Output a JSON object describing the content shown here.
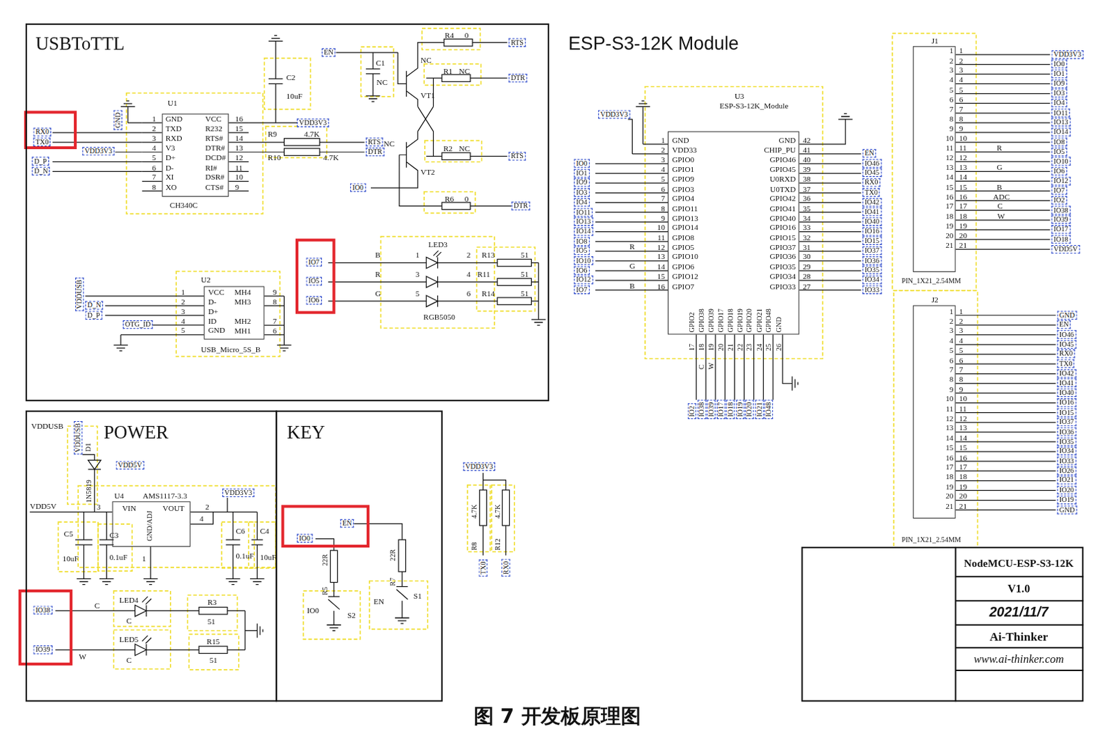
{
  "diagram": {
    "caption": "图 7 开发板原理图",
    "nodes": [
      {
        "text": [
          "USBToTTL"
        ]
      },
      {
        "text": [
          "U1",
          "CH340C"
        ],
        "in": 0
      },
      {
        "text": [
          "U2",
          "USB_Micro_5S_B"
        ],
        "in": 0
      },
      {
        "text": [
          "POWER"
        ]
      },
      {
        "text": [
          "U4",
          "AMS1117-3.3"
        ],
        "in": 3
      },
      {
        "text": [
          "KEY"
        ]
      },
      {
        "text": [
          "U3",
          "ESP-S3-12K_Module"
        ]
      },
      {
        "text": [
          "J1",
          "PIN_1X21_2.54MM"
        ]
      },
      {
        "text": [
          "J2",
          "PIN_1X21_2.54MM"
        ]
      },
      {
        "text": [
          "NodeMCU-ESP-S3-12K",
          "V1.0",
          "2021/11/7",
          "Ai-Thinker",
          "www.ai-thinker.com"
        ]
      }
    ],
    "labels": [
      "RX0",
      "TX0",
      "D_P",
      "D_N",
      "GND",
      "VDD3V3",
      "1",
      "2",
      "3",
      "4",
      "5",
      "6",
      "7",
      "8",
      "GND",
      "TXD",
      "RXD",
      "V3",
      "D+",
      "D-",
      "XI",
      "XO",
      "VCC",
      "R232",
      "RTS#",
      "DTR#",
      "DCD#",
      "RI#",
      "DSR#",
      "CTS#",
      "16",
      "15",
      "14",
      "13",
      "12",
      "11",
      "10",
      "9",
      "R9",
      "4.7K",
      "R10",
      "4.7K",
      "RTS",
      "DTR",
      "C2",
      "10uF",
      "VDD3V3",
      "EN",
      "C1",
      "NC",
      "NC",
      "VT1",
      "NC",
      "VT2",
      "R4",
      "0",
      "RTS",
      "R1",
      "NC",
      "DTR",
      "R2",
      "NC",
      "RTS",
      "IO0",
      "R6",
      "0",
      "DTR",
      "IO7",
      "IO5",
      "IO6",
      "B",
      "R",
      "G",
      "1",
      "3",
      "5",
      "2",
      "4",
      "6",
      "LED3",
      "RGB5050",
      "R13",
      "51",
      "R11",
      "51",
      "R14",
      "51",
      "VDDUSB",
      "D_N",
      "D_P",
      "OTG_ID",
      "1",
      "2",
      "3",
      "4",
      "5",
      "VCC",
      "D-",
      "D+",
      "ID",
      "GND",
      "MH4",
      "MH3",
      "MH2",
      "MH1",
      "9",
      "8",
      "7",
      "6",
      "VDDUSB",
      "VDDUSB",
      "D1",
      "1N5819",
      "VDD5V",
      "VDD5V",
      "3",
      "VIN",
      "VOUT",
      "GND/ADJ",
      "2",
      "4",
      "1",
      "VDD3V3",
      "C5",
      "10uF",
      "C3",
      "0.1uF",
      "C6",
      "0.1uF",
      "C4",
      "10uF",
      "IO38",
      "IO39",
      "C",
      "W",
      "LED4",
      "C",
      "LED5",
      "C",
      "R3",
      "51",
      "R15",
      "51",
      "EN",
      "IO0",
      "22R",
      "R5",
      "IO0",
      "S2",
      "22R",
      "R7",
      "EN",
      "S1",
      "VDD3V3",
      "4.7K",
      "4.7K",
      "R8",
      "R12",
      "TX0",
      "RX0",
      "ESP-S3-12K Module",
      "VDD3V3",
      "1",
      "2",
      "3",
      "4",
      "5",
      "6",
      "7",
      "8",
      "9",
      "10",
      "11",
      "12",
      "13",
      "14",
      "15",
      "16",
      "GND",
      "VDD33",
      "GPIO0",
      "GPIO1",
      "GPIO9",
      "GPIO3",
      "GPIO4",
      "GPIO11",
      "GPIO13",
      "GPIO14",
      "GPIO8",
      "GPIO5",
      "GPIO10",
      "GPIO6",
      "GPIO12",
      "GPIO7",
      "IO0",
      "IO1",
      "IO9",
      "IO3",
      "IO4",
      "IO11",
      "IO13",
      "IO14",
      "IO8",
      "IO5",
      "IO10",
      "IO6",
      "IO12",
      "IO7",
      "R",
      "G",
      "B",
      "GND",
      "CHIP_PU",
      "GPIO46",
      "GPIO45",
      "U0RXD",
      "U0TXD",
      "GPIO42",
      "GPIO41",
      "GPIO40",
      "GPIO16",
      "GPIO15",
      "GPIO37",
      "GPIO36",
      "GPIO35",
      "GPIO34",
      "GPIO33",
      "42",
      "41",
      "40",
      "39",
      "38",
      "37",
      "36",
      "35",
      "34",
      "33",
      "32",
      "31",
      "30",
      "29",
      "28",
      "27",
      "EN",
      "IO46",
      "IO45",
      "RX0",
      "TX0",
      "IO42",
      "IO41",
      "IO40",
      "IO16",
      "IO15",
      "IO37",
      "IO36",
      "IO35",
      "IO34",
      "IO33",
      "GPIO2",
      "GPIO38",
      "GPIO39",
      "GPIO17",
      "GPIO18",
      "GPIO19",
      "GPIO20",
      "GPIO21",
      "GPIO48",
      "GND",
      "17",
      "18",
      "19",
      "20",
      "21",
      "22",
      "23",
      "24",
      "25",
      "26",
      "C",
      "W",
      "IO2",
      "IO38",
      "IO39",
      "IO17",
      "IO18",
      "IO19",
      "IO20",
      "IO21",
      "IO48",
      "1",
      "2",
      "3",
      "4",
      "5",
      "6",
      "7",
      "8",
      "9",
      "10",
      "11",
      "12",
      "13",
      "14",
      "15",
      "16",
      "17",
      "18",
      "19",
      "20",
      "21",
      "1",
      "2",
      "3",
      "4",
      "5",
      "6",
      "7",
      "8",
      "9",
      "10",
      "11",
      "12",
      "13",
      "14",
      "15",
      "16",
      "17",
      "18",
      "19",
      "20",
      "21",
      "VDD3V3",
      "IO0",
      "IO1",
      "IO9",
      "IO3",
      "IO4",
      "IO11",
      "IO13",
      "IO14",
      "IO8",
      "IO5",
      "IO10",
      "IO6",
      "IO12",
      "IO7",
      "IO2",
      "IO38",
      "IO39",
      "IO17",
      "IO18",
      "VDD5V",
      "R",
      "G",
      "B",
      "ADC",
      "C",
      "W",
      "1",
      "2",
      "3",
      "4",
      "5",
      "6",
      "7",
      "8",
      "9",
      "10",
      "11",
      "12",
      "13",
      "14",
      "15",
      "16",
      "17",
      "18",
      "19",
      "20",
      "21",
      "1",
      "2",
      "3",
      "4",
      "5",
      "6",
      "7",
      "8",
      "9",
      "10",
      "11",
      "12",
      "13",
      "14",
      "15",
      "16",
      "17",
      "18",
      "19",
      "20",
      "21",
      "GND",
      "EN",
      "IO46",
      "IO45",
      "RX0",
      "TX0",
      "IO42",
      "IO41",
      "IO40",
      "IO16",
      "IO15",
      "IO37",
      "IO36",
      "IO35",
      "IO34",
      "IO33",
      "IO26",
      "IO21",
      "IO20",
      "IO19",
      "GND"
    ]
  }
}
